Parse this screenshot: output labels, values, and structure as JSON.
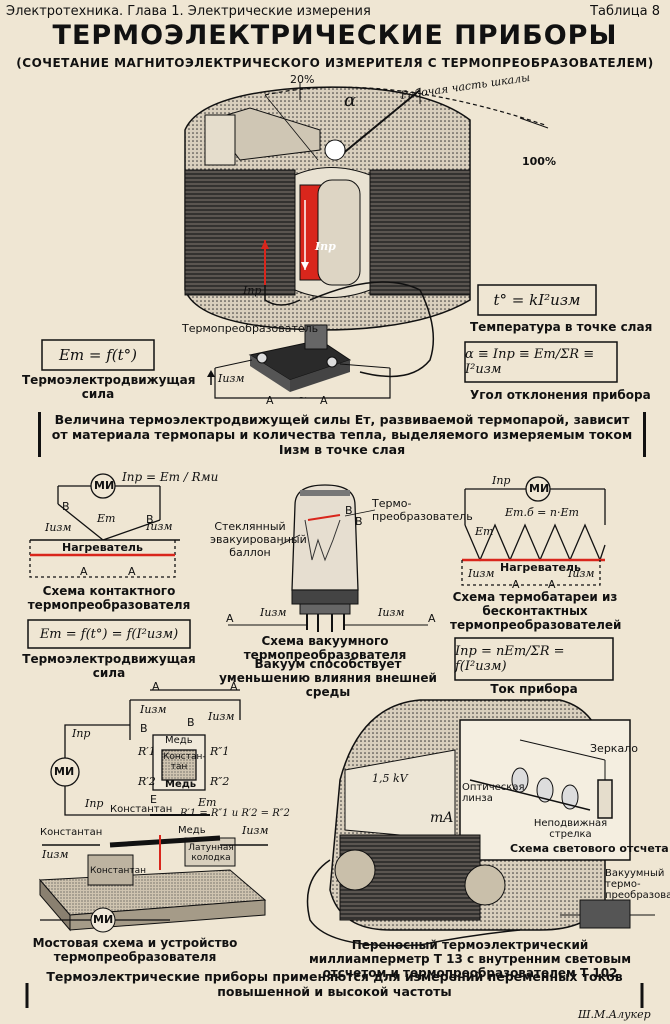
{
  "header": {
    "left": "Электротехника. Глава 1. Электрические измерения",
    "right": "Таблица 8"
  },
  "title": "ТЕРМОЭЛЕКТРИЧЕСКИЕ ПРИБОРЫ",
  "subtitle": "(СОЧЕТАНИЕ МАГНИТОЭЛЕКТРИЧЕСКОГО ИЗМЕРИТЕЛЯ С ТЕРМОПРЕОБРАЗОВАТЕЛЕМ)",
  "top_figure": {
    "scale_20": "20%",
    "scale_100": "100%",
    "scale_work": "Рабочая часть шкалы",
    "alpha": "α",
    "i_pr_coil": "Iпр",
    "i_pr_left": "Iпр",
    "thermo_label": "Термопреобразователь",
    "i_izm": "Iизм",
    "a_left": "A",
    "a_right": "A",
    "tilde": "~"
  },
  "formulas": {
    "et": "Eт = f(t°)",
    "et_caption": "Термоэлектродвижущая сила",
    "t_eq": "t° = kI²изм",
    "t_caption": "Температура в точке слая",
    "alpha_eq": "α ≡ Iпр ≡ Eт/ΣR ≡ I²изм",
    "alpha_caption": "Угол отклонения прибора"
  },
  "note_top": "Величина термоэлектродвижущей силы Eт, развиваемой термопарой, зависит от материала термопары и количества тепла, выделяемого измеряемым током Iизм в точке слая",
  "contact": {
    "mi": "МИ",
    "i_pr_eq": "Iпр = Eт / Rми",
    "b1": "B",
    "b2": "B",
    "et": "Eт",
    "i_izm_l": "Iизм",
    "i_izm_r": "Iизм",
    "heater": "Нагреватель",
    "a1": "A",
    "a2": "A",
    "caption": "Схема контактного термопреобразователя",
    "formula": "Eт = f(t°) = f(I²изм)",
    "formula_caption": "Термоэлектродвижущая сила"
  },
  "vacuum": {
    "thermo": "Термо-преобразователь",
    "glass": "Стеклянный эвакуированный баллон",
    "b1": "B",
    "b2": "B",
    "a1": "A",
    "a2": "A",
    "i1": "Iизм",
    "i2": "Iизм",
    "caption": "Схема вакуумного термопреобразователя",
    "note": "Вакуум способствует уменьшению влияния внешней среды"
  },
  "battery": {
    "i_pr": "Iпр",
    "mi": "МИ",
    "et_eq": "Eт.б = n·Eт",
    "et": "Eт",
    "heater": "Нагреватель",
    "i_izm_l": "Iизм",
    "i_izm_r": "Iизм",
    "a1": "A",
    "a2": "A",
    "caption": "Схема термобатареи из бесконтактных термопреобразователей",
    "formula": "Iпр = nEт/ΣR = f(I²изм)",
    "formula_caption": "Ток прибора"
  },
  "bridge": {
    "a1": "A",
    "a2": "A",
    "i_izm_top": "Iизм",
    "i_izm_right": "Iизм",
    "b1": "B",
    "b2": "B",
    "med": "Медь",
    "konst": "Констан-тан",
    "med2": "Медь",
    "r1p": "R′1",
    "r1pp": "R″1",
    "r2p": "R′2",
    "r2pp": "R″2",
    "e1": "E",
    "et": "Eт",
    "konstantan": "Константан",
    "mi": "МИ",
    "i_pr1": "Iпр",
    "i_pr2": "Iпр",
    "eq": "R′1 = R″1 и R′2 = R″2",
    "konst_lbl": "Константан",
    "med_lbl": "Медь",
    "konst_lbl2": "Константан",
    "latun": "Латунная колодка",
    "i_izm_l": "Iизм",
    "i_izm_r": "Iизм",
    "mi2": "МИ",
    "caption": "Мостовая схема и устройство термопреобразователя"
  },
  "meter": {
    "scale_text": "1,5 kV",
    "ma": "mA",
    "mirror": "Зеркало",
    "lens": "Оптическая линза",
    "arrow": "Неподвижная стрелка",
    "scheme": "Схема светового отсчета",
    "vac": "Вакуумный термо-преобразователь",
    "caption": "Переносный термоэлектрический миллиамперметр Т 13 с внутренним световым отсчетом и термопреобразователем Т 102"
  },
  "note_bottom": "Термоэлектрические приборы применяются для измерений переменных токов повышенной и высокой частоты",
  "signature": "Ш.М.Алукер",
  "colors": {
    "paper": "#efe6d3",
    "ink": "#111111",
    "accent": "#d9261c"
  }
}
